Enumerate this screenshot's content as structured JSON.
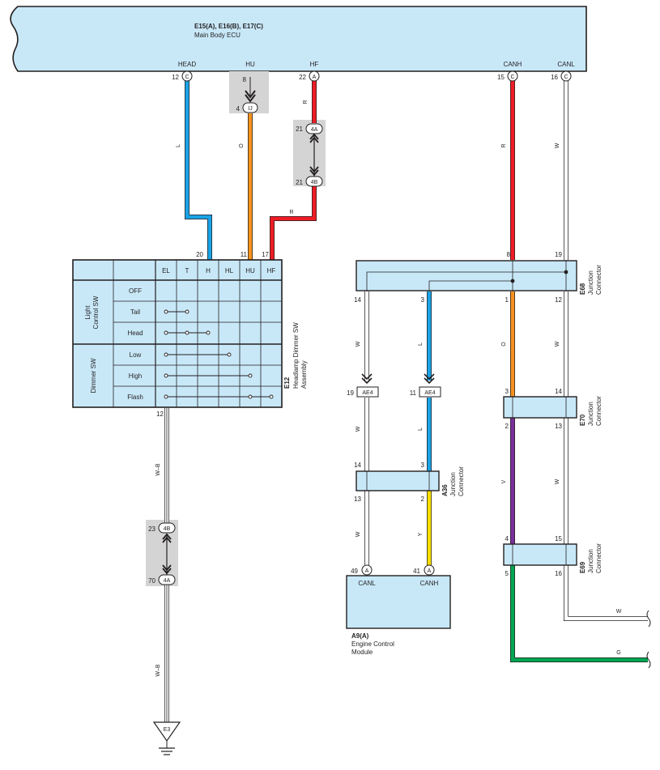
{
  "colors": {
    "box_fill": "#c8e8f8",
    "gray_fill": "#d4d4d4",
    "wire_L": "#1aa3e6",
    "wire_O": "#f5921e",
    "wire_R": "#ee1c25",
    "wire_Y": "#ffe000",
    "wire_V": "#7b2f9b",
    "wire_G": "#00a651",
    "wire_W": "#ffffff",
    "outline": "#231f20"
  },
  "ecu": {
    "title": "E15(A), E16(B), E17(C)",
    "subtitle": "Main Body ECU",
    "terminals": [
      {
        "name": "HEAD",
        "pin": "12",
        "conn": "C"
      },
      {
        "name": "HU",
        "pin": "8",
        "conn": ""
      },
      {
        "name": "HF",
        "pin": "22",
        "conn": "A"
      },
      {
        "name": "CANH",
        "pin": "15",
        "conn": "C"
      },
      {
        "name": "CANL",
        "pin": "16",
        "conn": "C"
      }
    ]
  },
  "inline_connectors": {
    "ij": {
      "pin": "4",
      "label": "IJ"
    },
    "a4a_top": {
      "pin": "21",
      "label": "4A"
    },
    "a4b_top": {
      "pin": "21",
      "label": "4B"
    },
    "a4b_bottom": {
      "pin": "23",
      "label": "4B"
    },
    "a4a_bottom": {
      "pin": "70",
      "label": "4A"
    },
    "ae4_left": {
      "pin": "19",
      "label": "AE4"
    },
    "ae4_right": {
      "pin": "11",
      "label": "AE4"
    }
  },
  "wire_labels": {
    "head": "L",
    "hu": "O",
    "hf_top": "R",
    "hf_right": "R",
    "canh_top": "R",
    "canl_top": "W",
    "ground": "W–B",
    "ground_lower": "W–B",
    "e68_14": "W",
    "e68_3": "L",
    "e68_1": "O",
    "e68_12": "W",
    "ae4_w": "W",
    "ae4_l": "L",
    "a36_w": "W",
    "a36_y": "Y",
    "e70_v": "V",
    "e70_w": "W",
    "out_w": "W",
    "out_g": "G"
  },
  "switch": {
    "id": "E12",
    "name_line1": "Headlamp Dimmer SW",
    "name_line2": "Assembly",
    "top_pins": [
      "20",
      "11",
      "17"
    ],
    "bottom_pin": "12",
    "columns": [
      "EL",
      "T",
      "H",
      "HL",
      "HU",
      "HF"
    ],
    "group1": "Light Control SW",
    "group1_line1": "Light",
    "group1_line2": "Control SW",
    "group2": "Dimmer SW",
    "rows": [
      "OFF",
      "Tail",
      "Head",
      "Low",
      "High",
      "Flash"
    ]
  },
  "e68": {
    "id": "E68",
    "line1": "Junction",
    "line2": "Connector",
    "top_pins": [
      "8",
      "19"
    ],
    "bottom_pins": [
      "14",
      "3",
      "1",
      "12"
    ]
  },
  "e70": {
    "id": "E70",
    "line1": "Junction",
    "line2": "Connector",
    "top_pins": [
      "3",
      "14"
    ],
    "bottom_pins": [
      "2",
      "13"
    ]
  },
  "e69": {
    "id": "E69",
    "line1": "Junction",
    "line2": "Connector",
    "top_pins": [
      "4",
      "15"
    ],
    "bottom_pins": [
      "5",
      "16"
    ]
  },
  "a36": {
    "id": "A36",
    "line1": "Junction",
    "line2": "Connector",
    "top_pins": [
      "14",
      "3"
    ],
    "bottom_pins": [
      "13",
      "2"
    ]
  },
  "ecm": {
    "id": "A9(A)",
    "line1": "Engine Control",
    "line2": "Module",
    "term_left": "CANL",
    "term_right": "CANH",
    "pin_left": "49",
    "pin_right": "41",
    "conn": "A"
  },
  "ground": {
    "label": "E3"
  }
}
